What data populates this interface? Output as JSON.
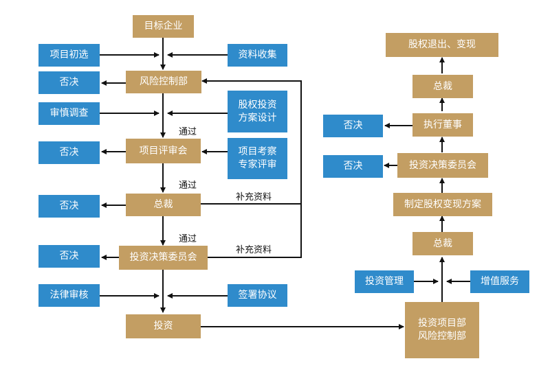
{
  "nodes": {
    "target": "目标企业",
    "screening": "项目初选",
    "data_collection": "资料收集",
    "risk_control": "风险控制部",
    "veto1": "否决",
    "due_diligence": "审慎调查",
    "plan_design": "股权投资\n方案设计",
    "project_review": "项目评审会",
    "veto2": "否决",
    "expert_review": "项目考察\n专家评审",
    "gm": "总裁",
    "veto3": "否决",
    "committee": "投资决策委员会",
    "veto4": "否决",
    "legal": "法律审核",
    "sign": "签署协议",
    "invest": "投资",
    "invest_risk": "投资项目部\n风险控制部",
    "mgmt": "投资管理",
    "value_add": "增值服务",
    "gm2": "总裁",
    "exit_plan": "制定股权变现方案",
    "committee2": "投资决策委员会",
    "veto5": "否决",
    "exec_director": "执行董事",
    "veto6": "否决",
    "gm3": "总裁",
    "exit": "股权退出、变现"
  },
  "labels": {
    "pass1": "通过",
    "pass2": "通过",
    "pass3": "通过",
    "supplement1": "补充资料",
    "supplement2": "补充资料"
  },
  "colors": {
    "gold": "#c39e63",
    "blue": "#2f8bcb",
    "line": "#111111"
  }
}
